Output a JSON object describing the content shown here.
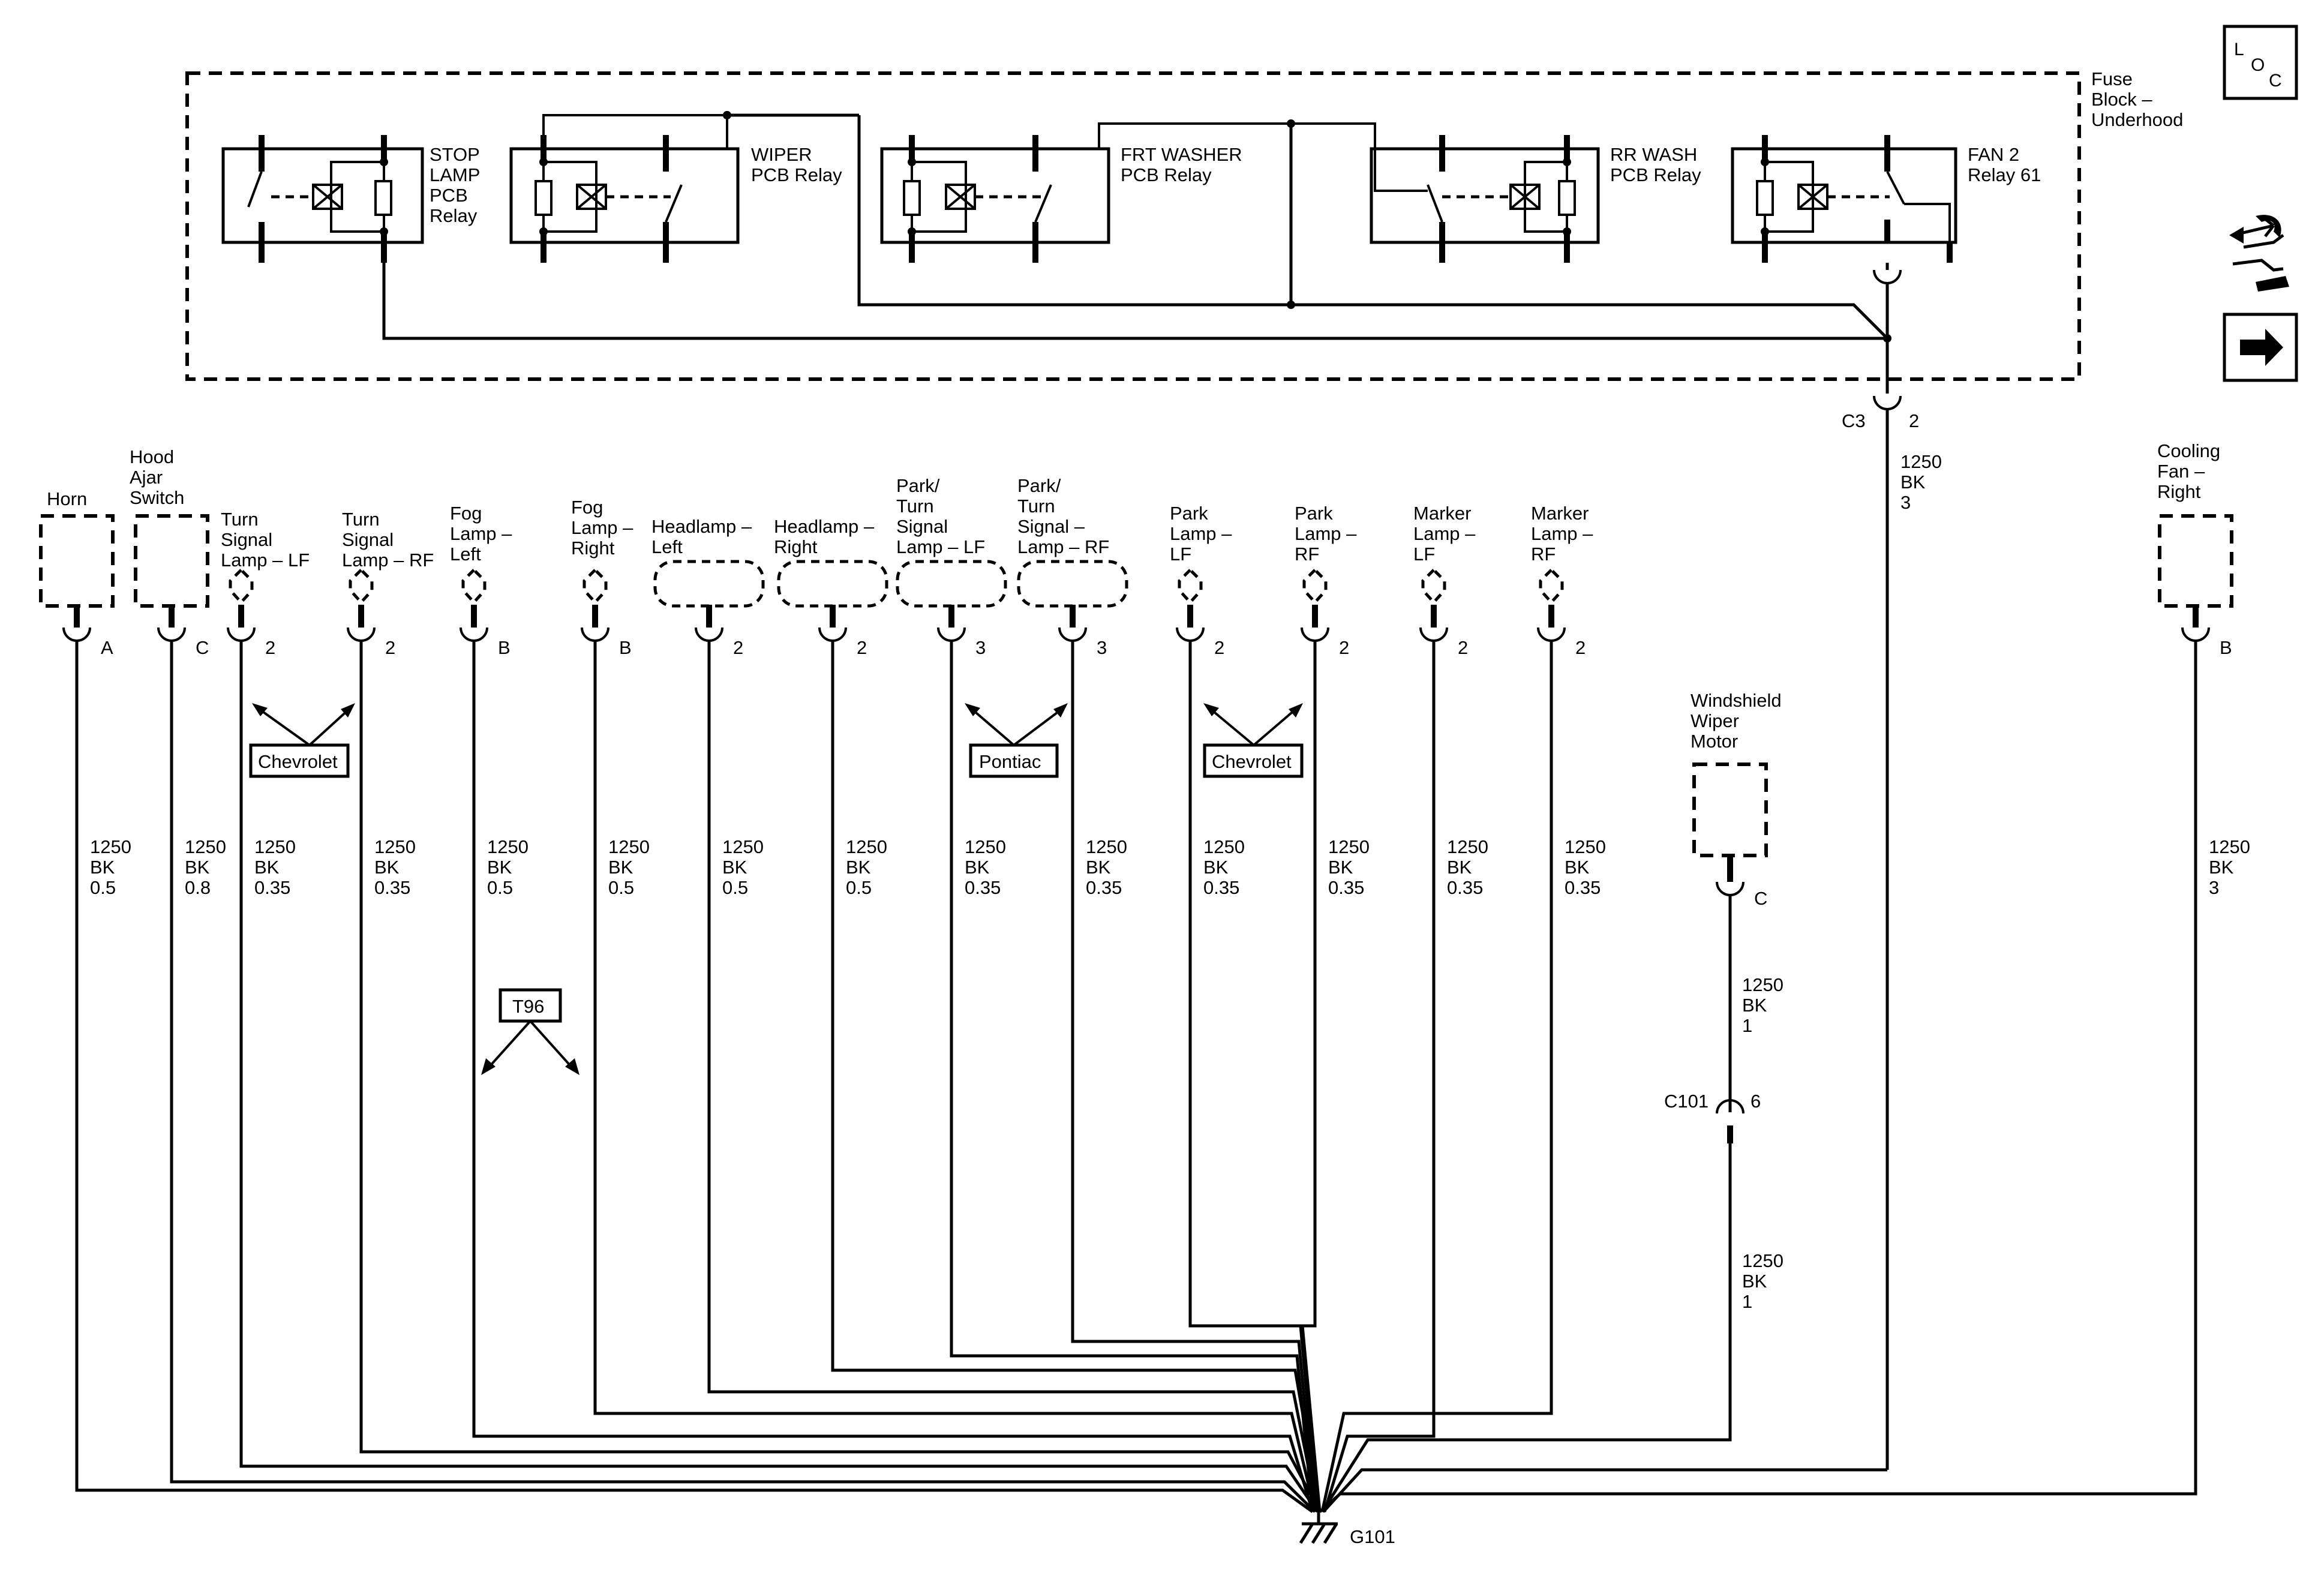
{
  "fuse_block": {
    "label": [
      "Fuse",
      "Block –",
      "Underhood"
    ],
    "relays": [
      {
        "name": "stop-lamp",
        "label": [
          "STOP",
          "LAMP",
          "PCB",
          "Relay"
        ]
      },
      {
        "name": "wiper",
        "label": [
          "WIPER",
          "PCB Relay"
        ]
      },
      {
        "name": "frt-washer",
        "label": [
          "FRT WASHER",
          "PCB Relay"
        ]
      },
      {
        "name": "rr-wash",
        "label": [
          "RR WASH",
          "PCB Relay"
        ]
      },
      {
        "name": "fan2",
        "label": [
          "FAN 2",
          "Relay 61"
        ]
      }
    ],
    "connector": {
      "name": "C3",
      "pin": "2"
    },
    "wire": [
      "1250",
      "BK",
      "3"
    ]
  },
  "components": [
    {
      "id": "horn",
      "label": [
        "Horn"
      ],
      "pin": "A",
      "wire": [
        "1250",
        "BK",
        "0.5"
      ]
    },
    {
      "id": "hood-ajar",
      "label": [
        "Hood",
        "Ajar",
        "Switch"
      ],
      "pin": "C",
      "wire": [
        "1250",
        "BK",
        "0.8"
      ]
    },
    {
      "id": "turn-lf",
      "label": [
        "Turn",
        "Signal",
        "Lamp – LF"
      ],
      "pin": "2",
      "wire": [
        "1250",
        "BK",
        "0.35"
      ]
    },
    {
      "id": "turn-rf",
      "label": [
        "Turn",
        "Signal",
        "Lamp – RF"
      ],
      "pin": "2",
      "wire": [
        "1250",
        "BK",
        "0.35"
      ]
    },
    {
      "id": "fog-left",
      "label": [
        "Fog",
        "Lamp –",
        "Left"
      ],
      "pin": "B",
      "wire": [
        "1250",
        "BK",
        "0.5"
      ]
    },
    {
      "id": "fog-right",
      "label": [
        "Fog",
        "Lamp –",
        "Right"
      ],
      "pin": "B",
      "wire": [
        "1250",
        "BK",
        "0.5"
      ]
    },
    {
      "id": "headlamp-left",
      "label": [
        "Headlamp –",
        "Left"
      ],
      "pin": "2",
      "wire": [
        "1250",
        "BK",
        "0.5"
      ]
    },
    {
      "id": "headlamp-right",
      "label": [
        "Headlamp –",
        "Right"
      ],
      "pin": "2",
      "wire": [
        "1250",
        "BK",
        "0.5"
      ]
    },
    {
      "id": "park-turn-lf",
      "label": [
        "Park/",
        "Turn",
        "Signal",
        "Lamp – LF"
      ],
      "pin": "3",
      "wire": [
        "1250",
        "BK",
        "0.35"
      ]
    },
    {
      "id": "park-turn-rf",
      "label": [
        "Park/",
        "Turn",
        "Signal –",
        "Lamp – RF"
      ],
      "pin": "3",
      "wire": [
        "1250",
        "BK",
        "0.35"
      ]
    },
    {
      "id": "park-lf",
      "label": [
        "Park",
        "Lamp –",
        "LF"
      ],
      "pin": "2",
      "wire": [
        "1250",
        "BK",
        "0.35"
      ]
    },
    {
      "id": "park-rf",
      "label": [
        "Park",
        "Lamp –",
        "RF"
      ],
      "pin": "2",
      "wire": [
        "1250",
        "BK",
        "0.35"
      ]
    },
    {
      "id": "marker-lf",
      "label": [
        "Marker",
        "Lamp –",
        "LF"
      ],
      "pin": "2",
      "wire": [
        "1250",
        "BK",
        "0.35"
      ]
    },
    {
      "id": "marker-rf",
      "label": [
        "Marker",
        "Lamp –",
        "RF"
      ],
      "pin": "2",
      "wire": [
        "1250",
        "BK",
        "0.35"
      ]
    },
    {
      "id": "cooling-fan-right",
      "label": [
        "Cooling",
        "Fan –",
        "Right"
      ],
      "pin": "B",
      "wire": [
        "1250",
        "BK",
        "3"
      ]
    }
  ],
  "wiper_motor": {
    "label": [
      "Windshield",
      "Wiper",
      "Motor"
    ],
    "pin": "C",
    "wire_upper": [
      "1250",
      "BK",
      "1"
    ],
    "inline_connector": {
      "name": "C101",
      "pin": "6"
    },
    "wire_lower": [
      "1250",
      "BK",
      "1"
    ]
  },
  "option_tags": [
    "Chevrolet",
    "Pontiac",
    "Chevrolet",
    "T96"
  ],
  "ground": "G101",
  "nav_icons": {
    "loc": [
      "L",
      "O",
      "C"
    ],
    "icons": [
      "component-swap-icon",
      "next-arrow-icon"
    ]
  }
}
